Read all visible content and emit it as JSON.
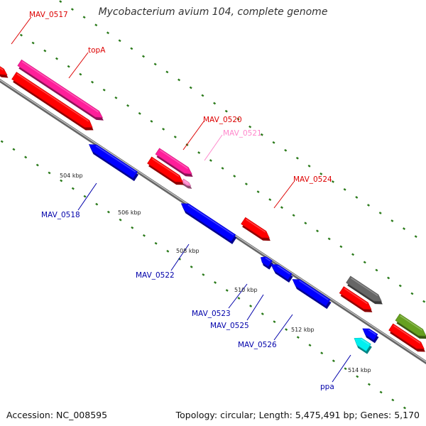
{
  "title": "Mycobacterium avium 104, complete genome",
  "footer": {
    "accession": "Accession: NC_008595",
    "topology": "Topology: circular; Length: 5,475,491 bp; Genes: 5,170"
  },
  "colors": {
    "red": "#ff0000",
    "magenta": "#ff1e9a",
    "pink_label": "#ff88cc",
    "blue": "#0000ff",
    "gray": "#666666",
    "cyan": "#00f0f0",
    "olive": "#66a020",
    "label_red": "#dd0000",
    "label_blue": "#0000aa",
    "dots": "#2a7a1a"
  },
  "kbp_ticks": [
    "504 kbp",
    "506 kbp",
    "508 kbp",
    "510 kbp",
    "512 kbp",
    "514 kbp"
  ],
  "genes": [
    {
      "id": "g1",
      "label": "",
      "color": "red",
      "strand": "forward"
    },
    {
      "id": "g2",
      "label": "MAV_0517",
      "color": "red",
      "strand": "forward"
    },
    {
      "id": "g3",
      "label": "topA",
      "color": "magenta",
      "strand": "forward"
    },
    {
      "id": "g4",
      "label": "MAV_0518",
      "color": "blue",
      "strand": "reverse"
    },
    {
      "id": "g5",
      "label": "MAV_0520",
      "color": "magenta",
      "strand": "forward"
    },
    {
      "id": "g6",
      "label": "MAV_0521",
      "color": "pink_label",
      "strand": "forward"
    },
    {
      "id": "g7",
      "label": "",
      "color": "red",
      "strand": "forward"
    },
    {
      "id": "g8",
      "label": "MAV_0522",
      "color": "blue",
      "strand": "reverse"
    },
    {
      "id": "g9",
      "label": "MAV_0524",
      "color": "red",
      "strand": "forward"
    },
    {
      "id": "g10",
      "label": "MAV_0523",
      "color": "blue",
      "strand": "reverse"
    },
    {
      "id": "g11",
      "label": "MAV_0525",
      "color": "blue",
      "strand": "reverse"
    },
    {
      "id": "g12",
      "label": "MAV_0526",
      "color": "blue",
      "strand": "reverse"
    },
    {
      "id": "g13",
      "label": "",
      "color": "gray",
      "strand": "forward"
    },
    {
      "id": "g14",
      "label": "",
      "color": "red",
      "strand": "forward"
    },
    {
      "id": "g15",
      "label": "",
      "color": "blue",
      "strand": "reverse"
    },
    {
      "id": "g16",
      "label": "ppa",
      "color": "cyan",
      "strand": "reverse"
    },
    {
      "id": "g17",
      "label": "",
      "color": "olive",
      "strand": "forward"
    },
    {
      "id": "g18",
      "label": "",
      "color": "red",
      "strand": "forward"
    }
  ]
}
